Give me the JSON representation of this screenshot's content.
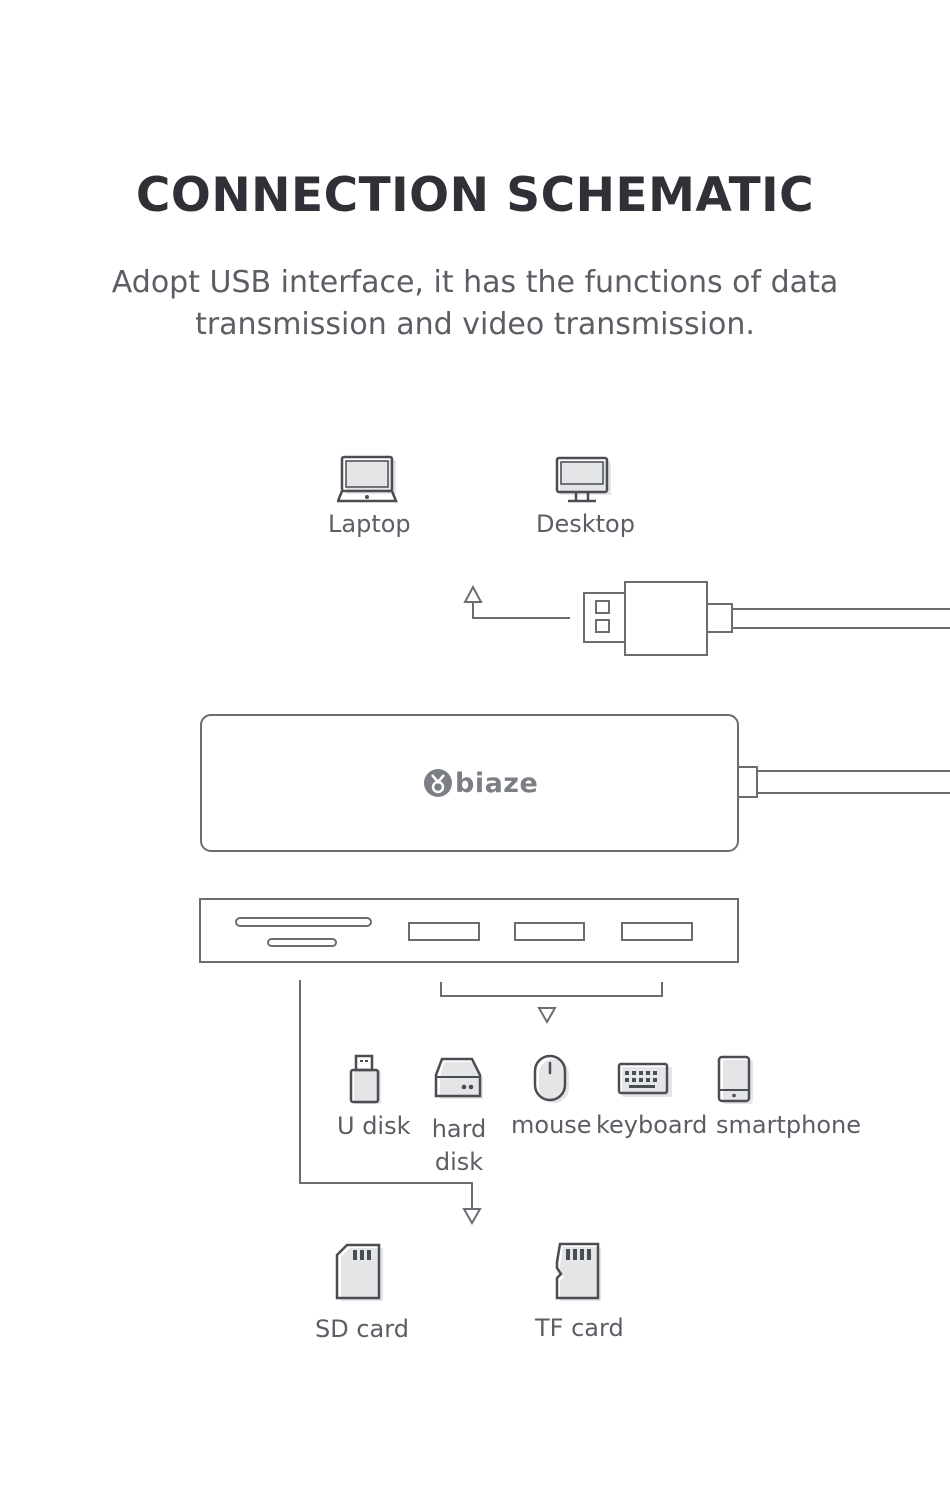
{
  "header": {
    "title": "CONNECTION SCHEMATIC",
    "subtitle_line1": "Adopt USB interface, it has the functions of data",
    "subtitle_line2": "transmission and video transmission."
  },
  "hosts": [
    {
      "label": "Laptop",
      "icon": "laptop-icon"
    },
    {
      "label": "Desktop",
      "icon": "desktop-monitor-icon"
    }
  ],
  "hub": {
    "brand": "biaze",
    "brand_icon": "biaze-logo-icon"
  },
  "usb_devices": [
    {
      "label": "U disk",
      "icon": "usb-flash-drive-icon"
    },
    {
      "label_line1": "hard",
      "label_line2": "disk",
      "icon": "hard-disk-icon"
    },
    {
      "label": "mouse",
      "icon": "mouse-icon"
    },
    {
      "label": "keyboard",
      "icon": "keyboard-icon"
    },
    {
      "label": "smartphone",
      "icon": "smartphone-icon"
    }
  ],
  "card_devices": [
    {
      "label": "SD card",
      "icon": "sd-card-icon"
    },
    {
      "label": "TF card",
      "icon": "tf-card-icon"
    }
  ],
  "colors": {
    "title": "#2f3136",
    "text": "#5b5e64",
    "line": "#6a6d72",
    "icon": "#4a4d52",
    "shadow": "#e4e5e7",
    "logo": "#7b7e83"
  }
}
